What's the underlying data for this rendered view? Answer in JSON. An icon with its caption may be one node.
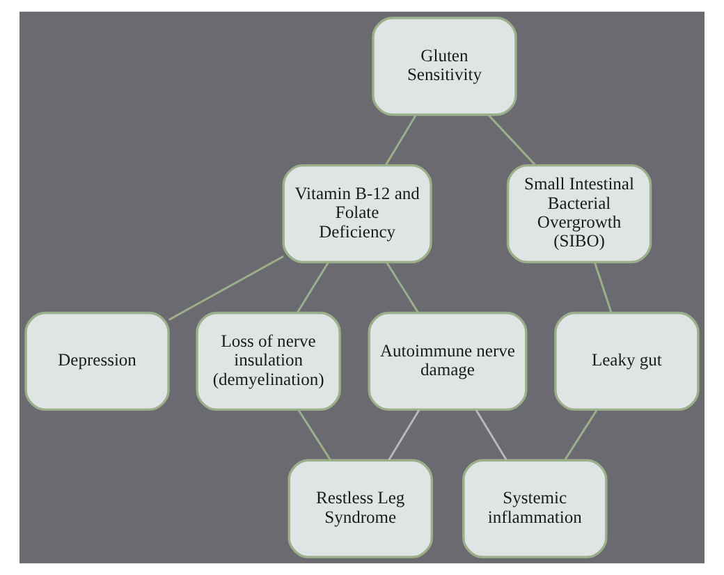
{
  "diagram": {
    "nodes": [
      {
        "text": [
          "Gluten Sensitivity"
        ]
      },
      {
        "text": [
          "Vitamin B-12 and Folate Deficiency"
        ]
      },
      {
        "text": [
          "Small Intestinal Bacterial Overgrowth (SIBO)"
        ]
      },
      {
        "text": [
          "Depression"
        ]
      },
      {
        "text": [
          "Loss of nerve insulation (demyelination)"
        ]
      },
      {
        "text": [
          "Autoimmune nerve damage"
        ]
      },
      {
        "text": [
          "Leaky gut"
        ]
      },
      {
        "text": [
          "Restless Leg Syndrome"
        ]
      },
      {
        "text": [
          "Systemic inflammation"
        ]
      }
    ],
    "edges": [
      {
        "from": 0,
        "to": 1,
        "arrow": "none"
      },
      {
        "from": 0,
        "to": 2,
        "arrow": "none"
      },
      {
        "from": 1,
        "to": 3,
        "arrow": "none"
      },
      {
        "from": 1,
        "to": 4,
        "arrow": "none"
      },
      {
        "from": 1,
        "to": 5,
        "arrow": "none"
      },
      {
        "from": 2,
        "to": 6,
        "arrow": "none"
      },
      {
        "from": 4,
        "to": 7,
        "arrow": "none"
      },
      {
        "from": 5,
        "to": 7,
        "arrow": "none",
        "color": "#b8b8b8"
      },
      {
        "from": 5,
        "to": 8,
        "arrow": "none",
        "color": "#b8b8b8"
      },
      {
        "from": 6,
        "to": 8,
        "arrow": "none"
      }
    ]
  }
}
